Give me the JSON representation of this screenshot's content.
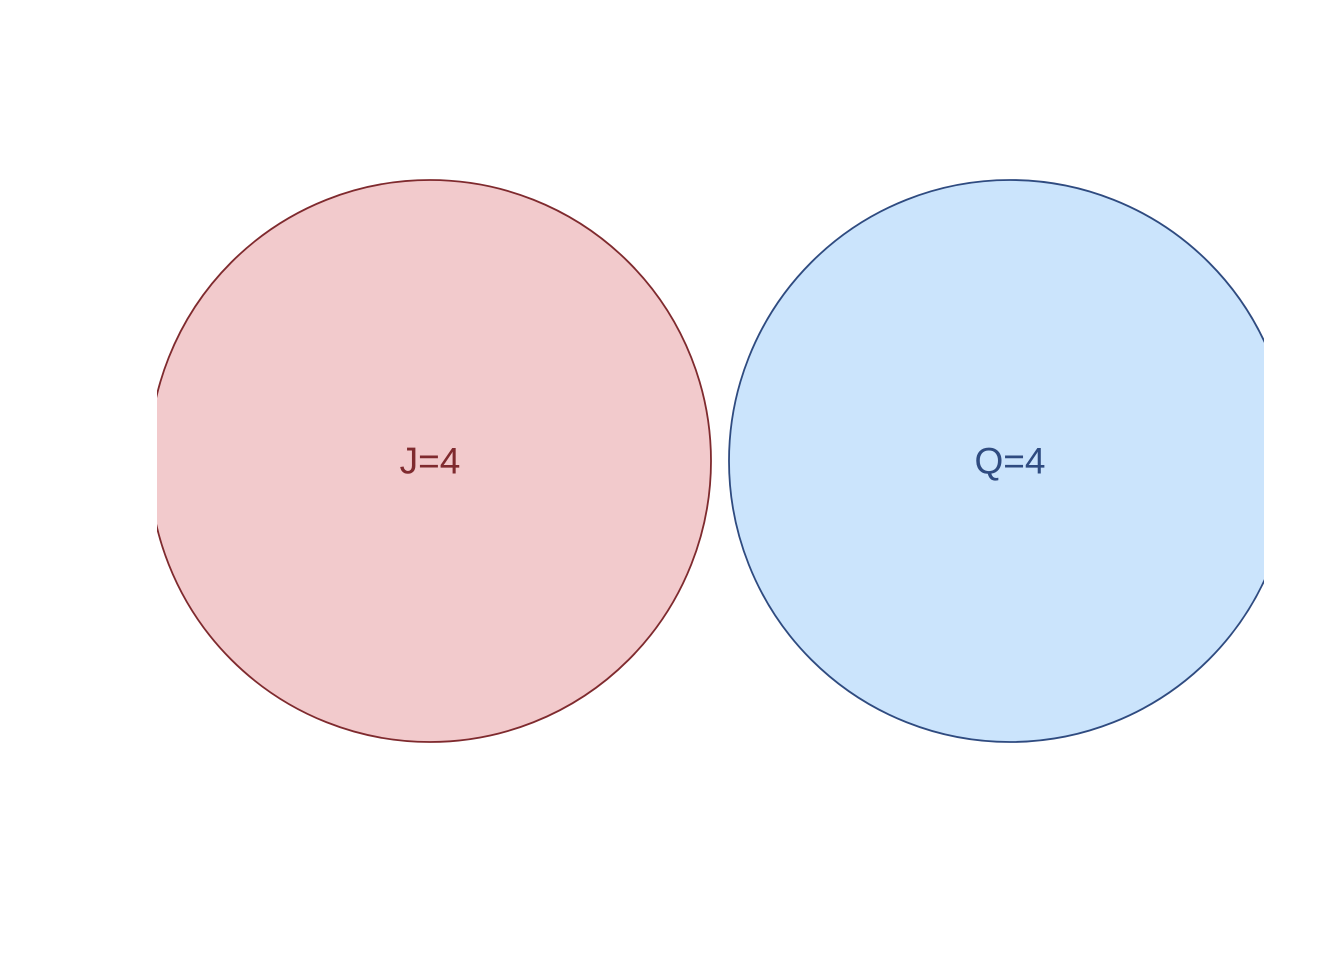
{
  "diagram": {
    "type": "venn",
    "sets": [
      {
        "key": "J",
        "label": "J=4",
        "count": 4,
        "fill_color": "#f2cacc",
        "stroke_color": "#7f2a2e",
        "text_color": "#7f2a2e"
      },
      {
        "key": "Q",
        "label": "Q=4",
        "count": 4,
        "fill_color": "#cbe4fc",
        "stroke_color": "#2f4b80",
        "text_color": "#2f4b80"
      }
    ],
    "overlap": 0
  }
}
